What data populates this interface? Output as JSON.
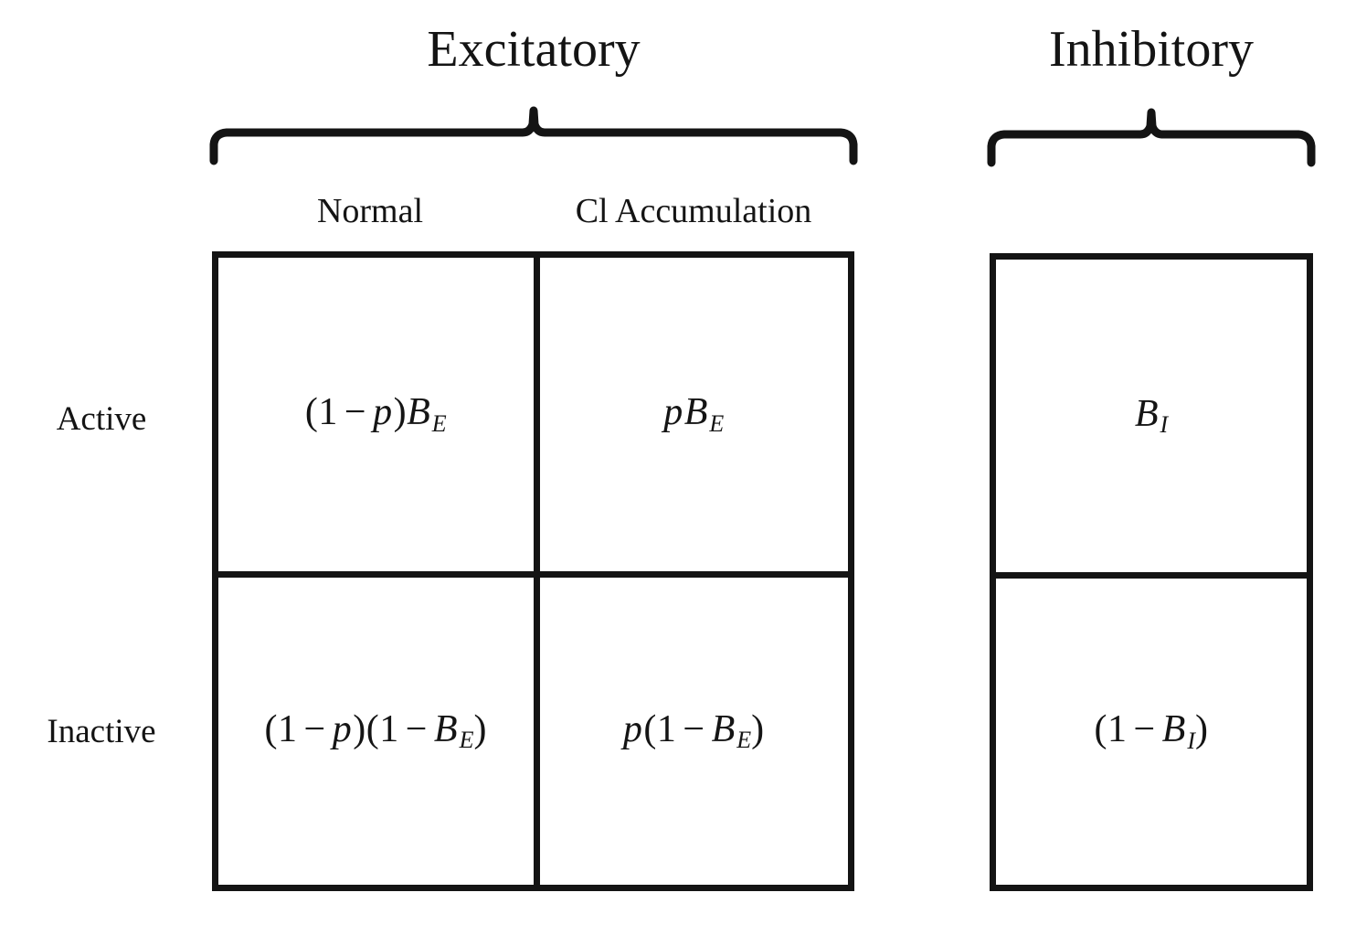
{
  "diagram": {
    "title_excitatory": "Excitatory",
    "title_inhibitory": "Inhibitory",
    "column_labels": {
      "normal": "Normal",
      "cl_accumulation": "Cl Accumulation"
    },
    "row_labels": {
      "active": "Active",
      "inactive": "Inactive"
    },
    "colors": {
      "ink": "#141414",
      "background": "#ffffff"
    },
    "cells": {
      "excitatory_normal_active": {
        "plain": "(1 - p)B_E",
        "parts": [
          "(1",
          "-",
          "p",
          ")",
          "B",
          "E"
        ]
      },
      "excitatory_cl_active": {
        "plain": "pB_E",
        "parts": [
          "p",
          "B",
          "E"
        ]
      },
      "inhibitory_active": {
        "plain": "B_I",
        "parts": [
          "B",
          "I"
        ]
      },
      "excitatory_normal_inactive": {
        "plain": "(1 - p)(1 - B_E)",
        "parts": [
          "(1",
          "-",
          "p",
          ")(1",
          "-",
          "B",
          "E",
          ")"
        ]
      },
      "excitatory_cl_inactive": {
        "plain": "p(1 - B_E)",
        "parts": [
          "p",
          "(1",
          "-",
          "B",
          "E",
          ")"
        ]
      },
      "inhibitory_inactive": {
        "plain": "(1 - B_I)",
        "parts": [
          "(1",
          "-",
          "B",
          "I",
          ")"
        ]
      }
    },
    "symbols": {
      "one": "1",
      "minus": "−",
      "p": "p",
      "B": "B",
      "sub_E": "E",
      "sub_I": "I",
      "open_paren": "(",
      "close_paren": ")"
    }
  }
}
